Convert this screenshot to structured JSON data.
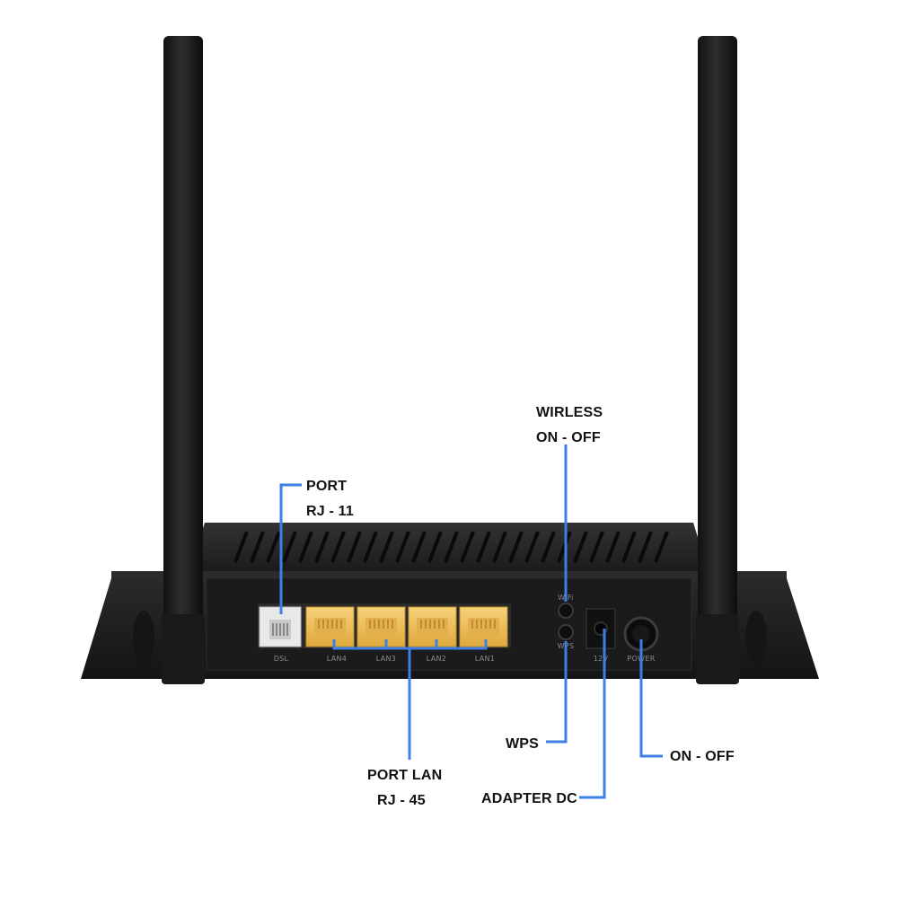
{
  "colors": {
    "leader_line": "#3d7fe6",
    "router_body": "#1f1f1f",
    "lan_port": "#f2c25a",
    "dsl_port": "#e8e8e8"
  },
  "callouts": {
    "wireless": {
      "line1": "WIRLESS",
      "line2": "ON - OFF"
    },
    "port_rj11": {
      "line1": "PORT",
      "line2": "RJ - 11"
    },
    "wps": {
      "line1": "WPS"
    },
    "port_lan": {
      "line1": "PORT LAN",
      "line2": "RJ - 45"
    },
    "adapter_dc": {
      "line1": "ADAPTER DC"
    },
    "power": {
      "line1": "ON - OFF"
    }
  },
  "panel_labels": {
    "dsl": "DSL",
    "lan4": "LAN4",
    "lan3": "LAN3",
    "lan2": "LAN2",
    "lan1": "LAN1",
    "wifi": "WiFi",
    "wps": "WPS",
    "dc": "12V",
    "power": "POWER"
  },
  "icons": {
    "wifi_button": "round-push-button",
    "wps_button": "round-push-button",
    "power_switch": "rocker-switch"
  }
}
